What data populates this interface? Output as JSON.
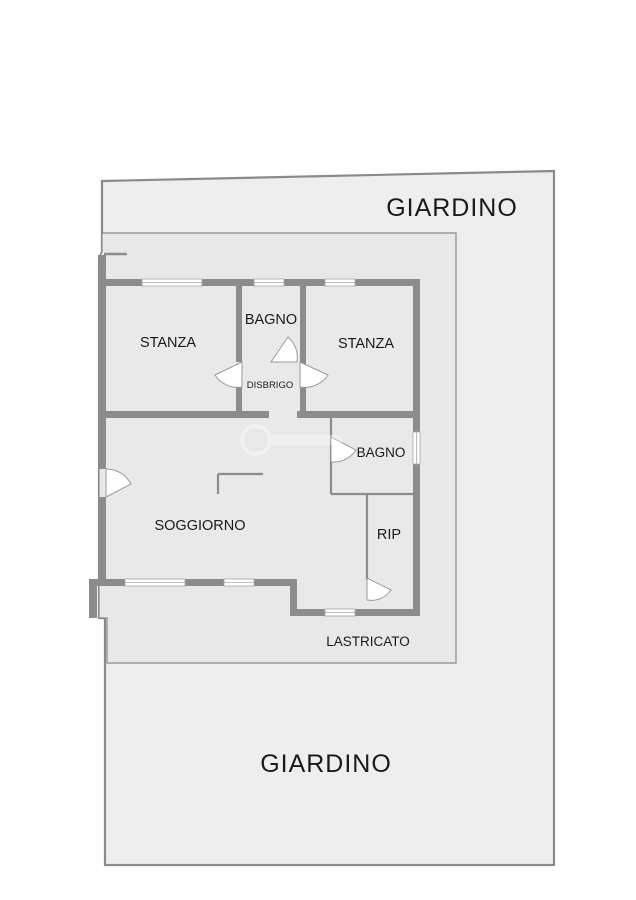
{
  "floorplan": {
    "labels": {
      "garden_top": "GIARDINO",
      "garden_bottom": "GIARDINO",
      "bedroom_left": "STANZA",
      "bathroom_top": "BAGNO",
      "bedroom_right": "STANZA",
      "hallway": "DISBRIGO",
      "bathroom_right": "BAGNO",
      "living_room": "SOGGIORNO",
      "storage": "RIP",
      "paving": "LASTRICATO"
    },
    "colors": {
      "garden_fill": "#eeeeee",
      "floor_fill": "#e9e9e9",
      "wall": "#8c8c8c",
      "outline": "#8a8a8a"
    }
  }
}
